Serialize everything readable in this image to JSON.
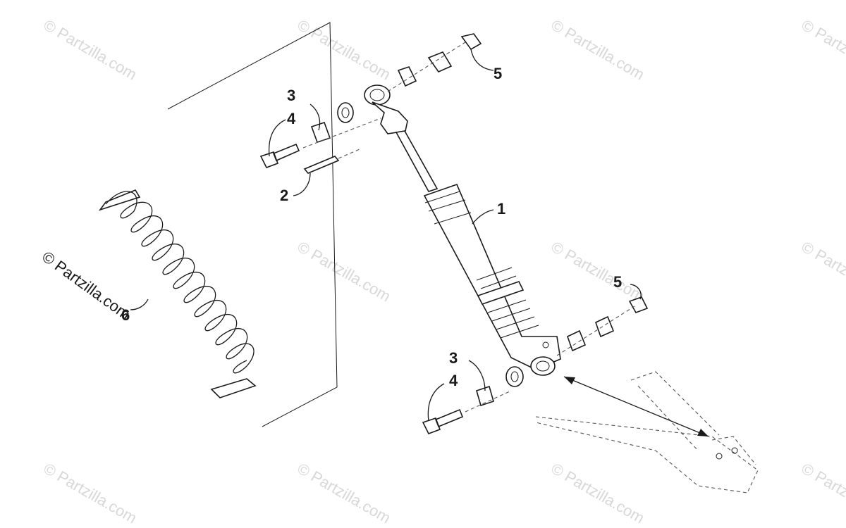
{
  "watermark": {
    "main": "© Partzilla.com",
    "tile": "© Partzilla.com"
  },
  "callouts": [
    {
      "id": "shock-absorber",
      "label": "1"
    },
    {
      "id": "pin-upper",
      "label": "2"
    },
    {
      "id": "bushing-upper",
      "label": "3"
    },
    {
      "id": "bolt-upper",
      "label": "4"
    },
    {
      "id": "nut-upper",
      "label": "5"
    },
    {
      "id": "spring",
      "label": "6"
    },
    {
      "id": "bushing-lower",
      "label": "3"
    },
    {
      "id": "bolt-lower",
      "label": "4"
    },
    {
      "id": "nut-lower",
      "label": "5"
    }
  ],
  "colors": {
    "line": "#1a1a1a",
    "watermark": "#d8d8d8"
  }
}
